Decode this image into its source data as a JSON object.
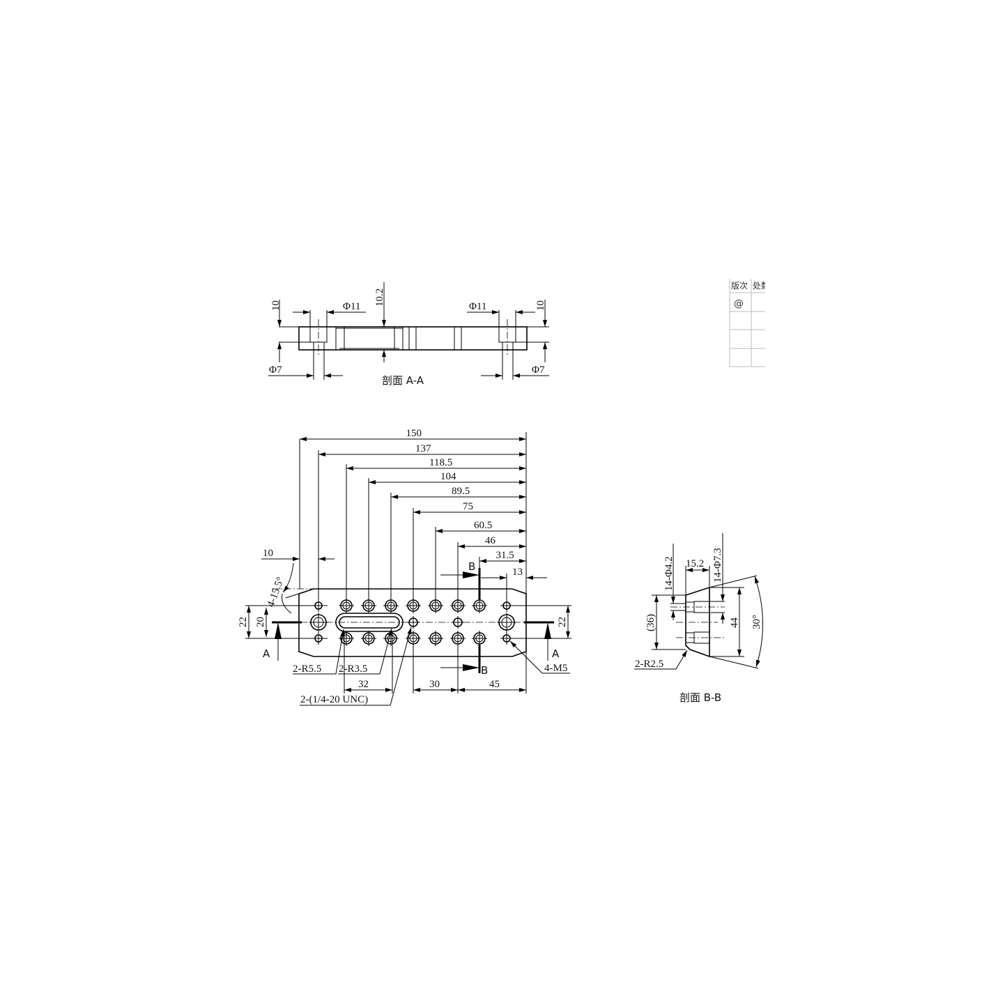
{
  "section_aa": {
    "title": "剖面 A-A",
    "dims": {
      "depth_left": "10",
      "depth_right": "10",
      "bore_depth": "10.2",
      "cbore_left": "Φ11",
      "cbore_right": "Φ11",
      "hole_left": "Φ7",
      "hole_right": "Φ7"
    }
  },
  "plan_view": {
    "horizontal_dims": [
      "150",
      "137",
      "118.5",
      "104",
      "89.5",
      "75",
      "60.5",
      "46",
      "31.5",
      "13"
    ],
    "edge_offset": "10",
    "chamfer_angle": "4-15.5°",
    "height_left_outer": "22",
    "height_left_inner": "20",
    "height_right": "22",
    "section_a_left": "A",
    "section_a_right": "A",
    "section_b_top": "B",
    "section_b_bottom": "B",
    "slot_outer_radius": "2-R5.5",
    "slot_inner_radius": "2-R3.5",
    "slot_length": "32",
    "thread_callout": "2-(1/4-20 UNC)",
    "spacing_30": "30",
    "spacing_45": "45",
    "tapped_holes": "4-M5"
  },
  "section_bb": {
    "title": "剖面 B-B",
    "small_holes": "14-Φ4.2",
    "large_holes": "14-Φ7.3",
    "thickness": "15.2",
    "ref_height": "(36)",
    "height": "44",
    "angle": "30°",
    "fillet": "2-R2.5"
  },
  "revision_table": {
    "headers": [
      "版次",
      "处数"
    ],
    "first_row": "@"
  }
}
